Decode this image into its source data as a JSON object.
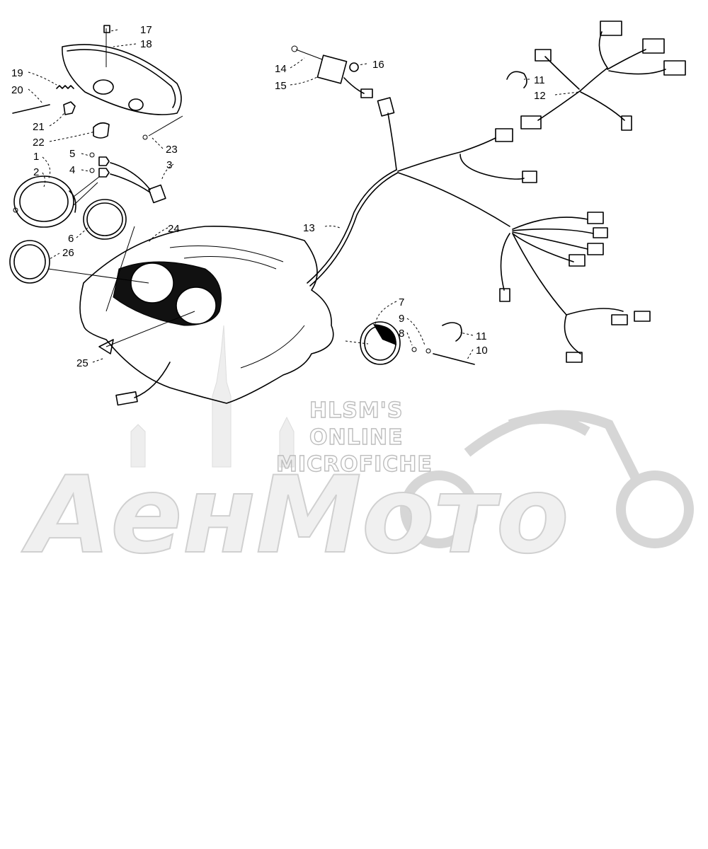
{
  "diagram": {
    "callouts": [
      "1",
      "2",
      "3",
      "4",
      "5",
      "6",
      "7",
      "8",
      "9",
      "10",
      "11",
      "11",
      "12",
      "13",
      "14",
      "15",
      "16",
      "17",
      "18",
      "19",
      "20",
      "21",
      "22",
      "23",
      "24",
      "25",
      "26"
    ]
  },
  "watermark": {
    "line1": "HLSM'S",
    "line2": "ONLINE",
    "line3": "MICROFICHE",
    "brand": "АенМото"
  }
}
